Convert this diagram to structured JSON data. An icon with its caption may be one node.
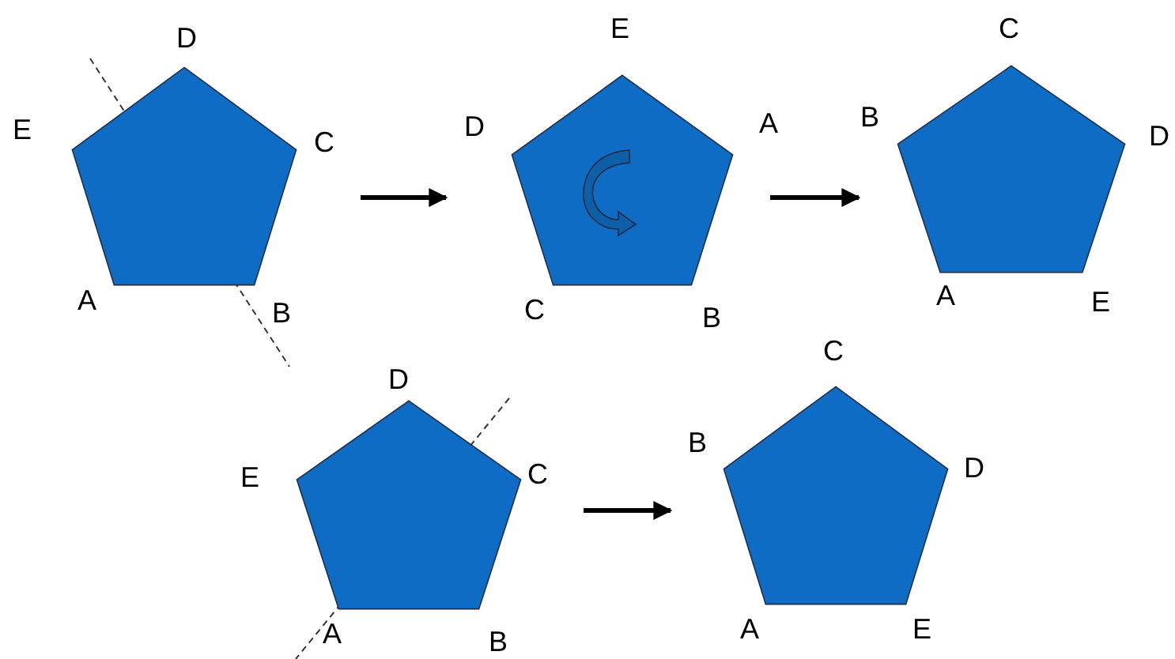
{
  "diagram": {
    "nodes": [
      {
        "text": [],
        "shape": "pentagon",
        "beside": [
          "D",
          "C",
          "B",
          "A",
          "E"
        ]
      },
      {
        "text": [],
        "shape": "pentagon",
        "beside": [
          "E",
          "A",
          "B",
          "C",
          "D"
        ]
      },
      {
        "text": [],
        "shape": "pentagon",
        "beside": [
          "C",
          "D",
          "E",
          "A",
          "B"
        ]
      },
      {
        "text": [],
        "shape": "pentagon",
        "beside": [
          "D",
          "C",
          "B",
          "A",
          "E"
        ]
      },
      {
        "text": [],
        "shape": "pentagon",
        "beside": [
          "C",
          "D",
          "E",
          "A",
          "B"
        ]
      }
    ],
    "edges": [
      {
        "from": 0,
        "to": 1,
        "arrow": "to"
      },
      {
        "from": 1,
        "to": 2,
        "arrow": "to"
      },
      {
        "from": 3,
        "to": 4,
        "arrow": "to"
      }
    ]
  }
}
